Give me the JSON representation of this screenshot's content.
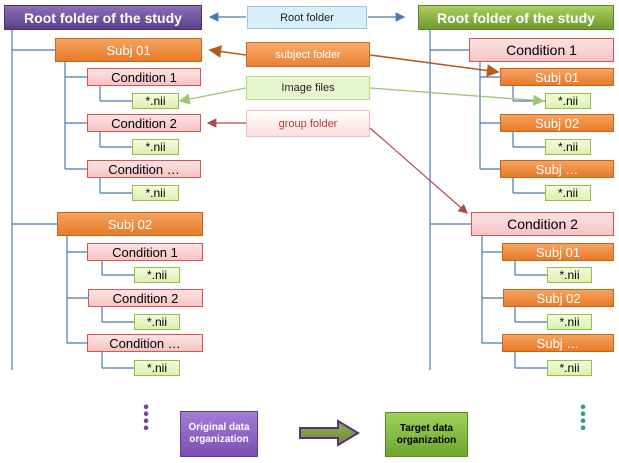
{
  "left_tree": {
    "root": "Root folder of the study",
    "subjects": [
      {
        "label": "Subj 01",
        "conditions": [
          "Condition 1",
          "Condition 2",
          "Condition …"
        ]
      },
      {
        "label": "Subj 02",
        "conditions": [
          "Condition 1",
          "Condition 2",
          "Condition …"
        ]
      }
    ]
  },
  "right_tree": {
    "root": "Root folder of the study",
    "conditions": [
      {
        "label": "Condition 1",
        "subjects": [
          "Subj 01",
          "Subj 02",
          "Subj …"
        ]
      },
      {
        "label": "Condition 2",
        "subjects": [
          "Subj 01",
          "Subj 02",
          "Subj …"
        ]
      }
    ]
  },
  "file_label": "*.nii",
  "legend": {
    "root": "Root folder",
    "subject": "subject folder",
    "image": "Image files",
    "group": "group folder"
  },
  "bottom": {
    "original": "Original data organization",
    "target": "Target data organization"
  },
  "colors": {
    "root_left": "#5b3f8c",
    "root_right": "#6f9a2e",
    "subject": "#e87a28",
    "condition": "#d9534f",
    "file": "#8fc04a",
    "tree_line": "#4a78b5",
    "dots_left": "#7a3fa0",
    "dots_right": "#2e9e6e"
  }
}
